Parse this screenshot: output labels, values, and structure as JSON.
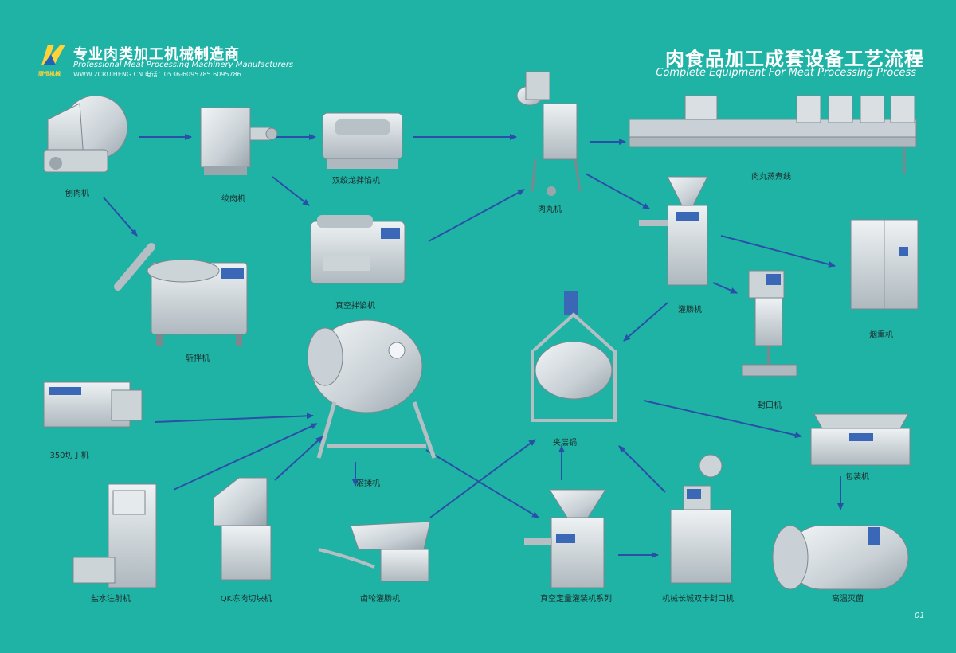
{
  "brand": {
    "logo_text": "康恒机械",
    "name_cn": "专业肉类加工机械制造商",
    "name_en": "Professional Meat Processing Machinery Manufacturers",
    "contact": "WWW.2CRUIHENG.CN 电话：0536-6095785  6095786"
  },
  "title": {
    "cn": "肉食品加工成套设备工艺流程",
    "en": "Complete Equipment For Meat Processing Process"
  },
  "page_number": "01",
  "colors": {
    "background": "#1fb3a6",
    "arrow": "#2a4fa8",
    "machine": "#d9dfe3",
    "machine_dark": "#8f9aa2"
  },
  "machines": [
    {
      "id": "slicer",
      "label": "刨肉机"
    },
    {
      "id": "grinder",
      "label": "绞肉机"
    },
    {
      "id": "twin-mixer",
      "label": "双绞龙拌馅机"
    },
    {
      "id": "meatball-machine",
      "label": "肉丸机"
    },
    {
      "id": "meatball-line",
      "label": "肉丸蒸煮线"
    },
    {
      "id": "vacuum-mixer",
      "label": "真空拌馅机"
    },
    {
      "id": "chopper",
      "label": "斩拌机"
    },
    {
      "id": "sausage-filler",
      "label": "灌肠机"
    },
    {
      "id": "smokehouse",
      "label": "烟熏机"
    },
    {
      "id": "clipper",
      "label": "封口机"
    },
    {
      "id": "tumbler",
      "label": "滚揉机"
    },
    {
      "id": "jacket-kettle",
      "label": "夹层锅"
    },
    {
      "id": "dicer",
      "label": "350切丁机"
    },
    {
      "id": "packer",
      "label": "包装机"
    },
    {
      "id": "injector",
      "label": "盐水注射机"
    },
    {
      "id": "frozen-cutter",
      "label": "QK冻肉切块机"
    },
    {
      "id": "gear-filler",
      "label": "齿轮灌肠机"
    },
    {
      "id": "vacuum-filler",
      "label": "真空定量灌装机系列"
    },
    {
      "id": "double-clipper",
      "label": "机械长城双卡封口机"
    },
    {
      "id": "retort",
      "label": "高温灭菌"
    }
  ]
}
